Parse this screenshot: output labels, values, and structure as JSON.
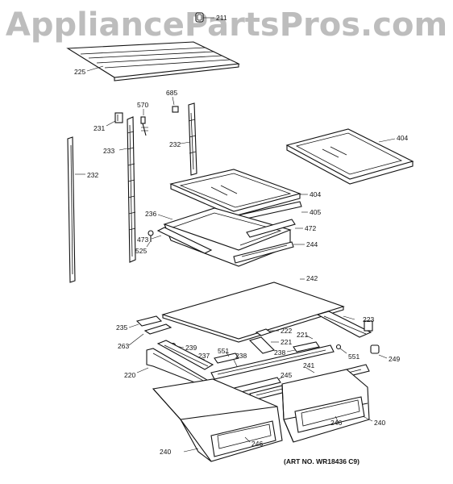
{
  "watermark": "AppliancePartsPros.com",
  "art_number": "(ART NO. WR18436 C9)",
  "callouts": [
    {
      "id": "c211",
      "text": "211"
    },
    {
      "id": "c225",
      "text": "225"
    },
    {
      "id": "c685",
      "text": "685"
    },
    {
      "id": "c570",
      "text": "570"
    },
    {
      "id": "c231",
      "text": "231"
    },
    {
      "id": "c233",
      "text": "233"
    },
    {
      "id": "c232a",
      "text": "232"
    },
    {
      "id": "c232b",
      "text": "232"
    },
    {
      "id": "c404a",
      "text": "404"
    },
    {
      "id": "c404b",
      "text": "404"
    },
    {
      "id": "c236",
      "text": "236"
    },
    {
      "id": "c405",
      "text": "405"
    },
    {
      "id": "c472",
      "text": "472"
    },
    {
      "id": "c473",
      "text": "473"
    },
    {
      "id": "c525",
      "text": "525"
    },
    {
      "id": "c244",
      "text": "244"
    },
    {
      "id": "c242",
      "text": "242"
    },
    {
      "id": "c235",
      "text": "235"
    },
    {
      "id": "c223",
      "text": "223"
    },
    {
      "id": "c222",
      "text": "222"
    },
    {
      "id": "c263",
      "text": "263"
    },
    {
      "id": "c221a",
      "text": "221"
    },
    {
      "id": "c221b",
      "text": "221"
    },
    {
      "id": "c239",
      "text": "239"
    },
    {
      "id": "c551a",
      "text": "551"
    },
    {
      "id": "c551b",
      "text": "551"
    },
    {
      "id": "c238a",
      "text": "238"
    },
    {
      "id": "c238b",
      "text": "238"
    },
    {
      "id": "c237",
      "text": "237"
    },
    {
      "id": "c249",
      "text": "249"
    },
    {
      "id": "c220",
      "text": "220"
    },
    {
      "id": "c241",
      "text": "241"
    },
    {
      "id": "c245",
      "text": "245"
    },
    {
      "id": "c246a",
      "text": "246"
    },
    {
      "id": "c246b",
      "text": "246"
    },
    {
      "id": "c240a",
      "text": "240"
    },
    {
      "id": "c240b",
      "text": "240"
    }
  ]
}
